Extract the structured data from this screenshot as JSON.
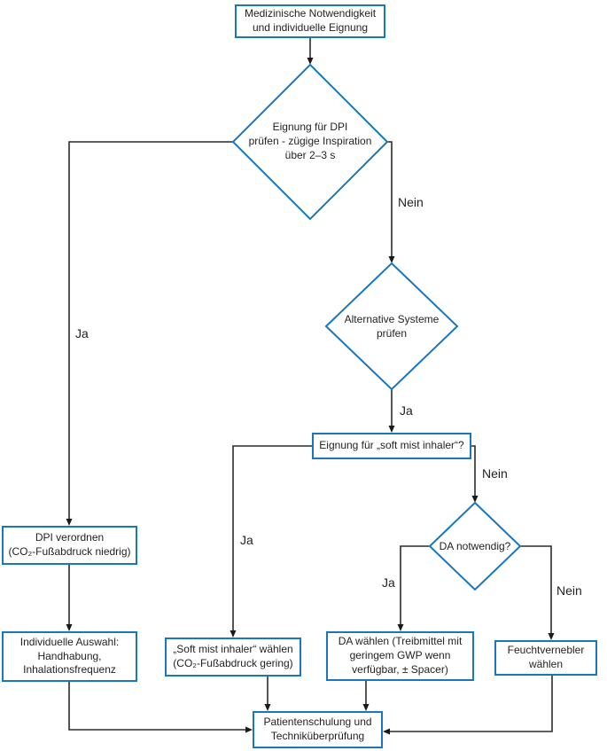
{
  "diagram": {
    "type": "flowchart",
    "language": "de",
    "colors": {
      "node_border": "#1878be",
      "node_fill": "#ffffff",
      "line": "#2b2b2b",
      "text": "#231f20",
      "background": "#ffffff"
    },
    "nodes": {
      "start": "Medizinische Notwendigkeit\nund individuelle Eignung",
      "dpi_check": "Eignung für DPI\nprüfen - zügige Inspiration\nüber 2–3 s",
      "alt_systems": "Alternative Systeme\nprüfen",
      "soft_mist_question": "Eignung für „soft mist inhaler“?",
      "da_check": "DA notwendig?",
      "prescribe_dpi": "DPI verordnen\n(CO₂-Fußabdruck niedrig)",
      "individual_selection": "Individuelle Auswahl:\nHandhabung,\nInhalationsfrequenz",
      "choose_soft_mist": "„Soft mist inhaler“ wählen\n(CO₂-Fußabdruck gering)",
      "choose_da": "DA wählen (Treibmittel mit\ngeringem GWP wenn\nverfügbar, ± Spacer)",
      "choose_nebulizer": "Feuchtvernebler\nwählen",
      "training": "Patientenschulung und\nTechniküberprüfung"
    },
    "edge_labels": {
      "dpi_yes": "Ja",
      "dpi_no": "Nein",
      "alt_yes": "Ja",
      "soft_yes": "Ja",
      "soft_no": "Nein",
      "da_yes": "Ja",
      "da_no": "Nein"
    }
  }
}
